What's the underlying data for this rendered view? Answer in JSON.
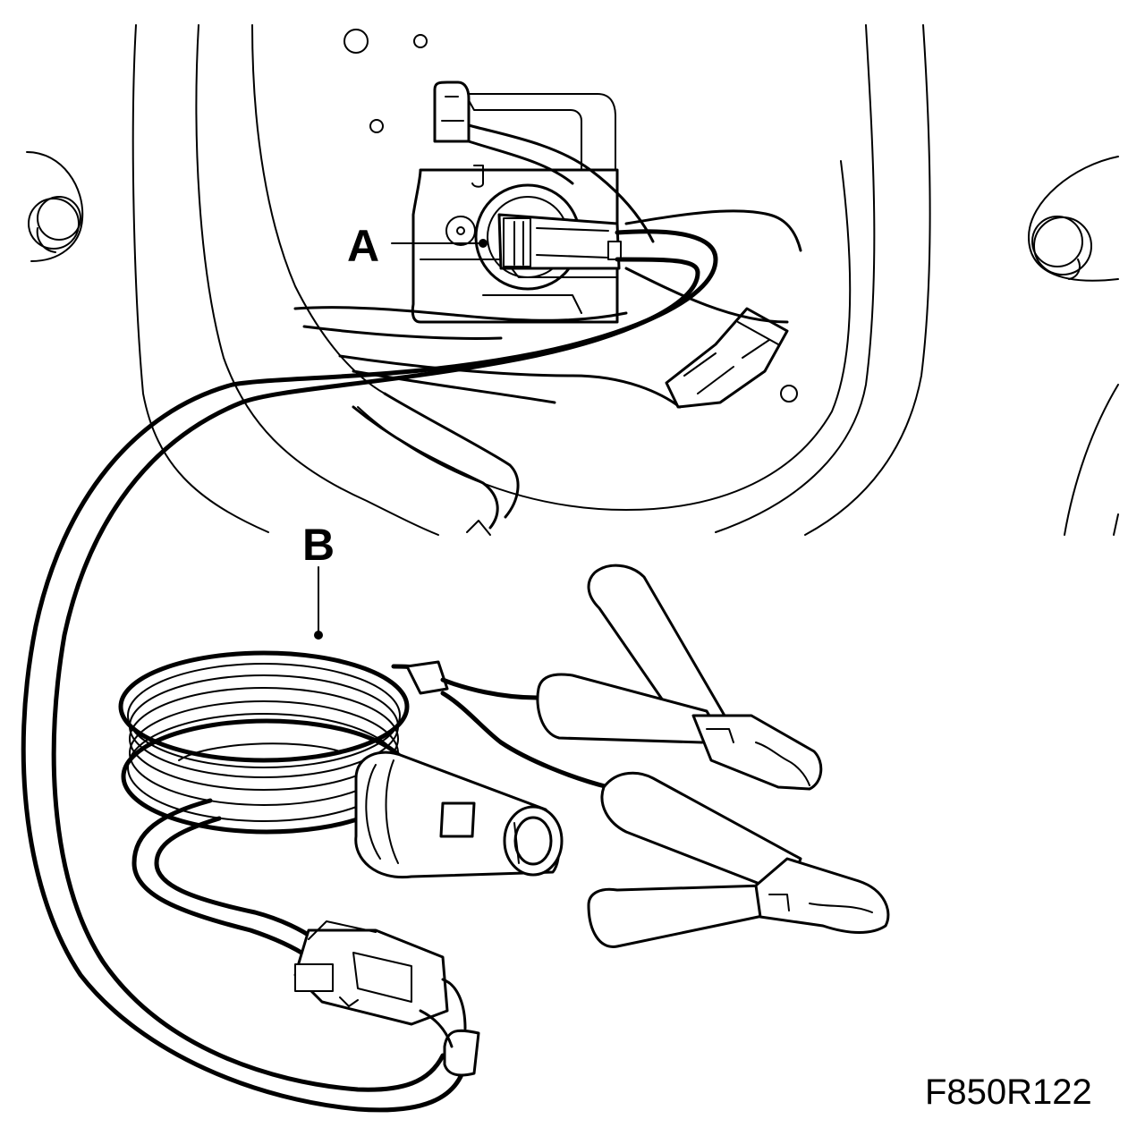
{
  "callouts": {
    "a": "A",
    "b": "B"
  },
  "figure_id": "F850R122",
  "colors": {
    "line": "#000000",
    "background": "#ffffff"
  }
}
